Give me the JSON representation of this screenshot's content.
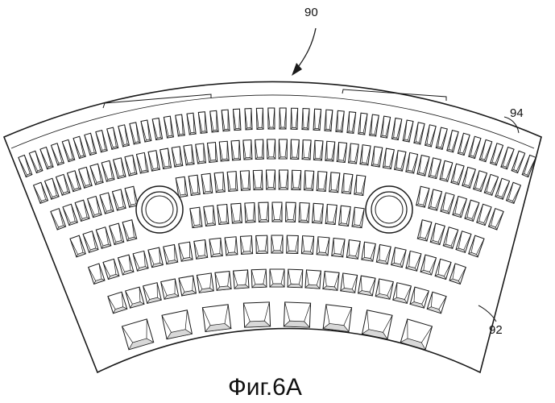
{
  "figure": {
    "caption": "Фиг.6А",
    "labels": {
      "assembly": "90",
      "outer_edge": "94",
      "inner_body": "92"
    }
  },
  "colors": {
    "stroke": "#1a1a1a",
    "background": "#ffffff",
    "slot_fill": "#ffffff",
    "slot_shade": "#d8d8d8"
  }
}
